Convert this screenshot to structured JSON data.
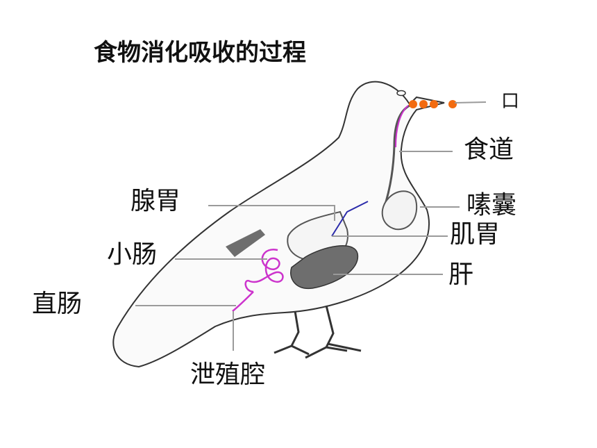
{
  "title": "食物消化吸收的过程",
  "labels": {
    "mouth": "口",
    "esophagus": "食道",
    "crop": "嗉囊",
    "glandular_stomach": "腺胃",
    "gizzard": "肌胃",
    "small_intestine": "小肠",
    "liver": "肝",
    "rectum": "直肠",
    "cloaca": "泄殖腔"
  },
  "colors": {
    "food_dot": "#f26b10",
    "digestive_tract_highlight": "#cc33cc",
    "leader_line": "#9a9a9a",
    "outline": "#333333",
    "liver_fill": "#6e6e6e"
  }
}
